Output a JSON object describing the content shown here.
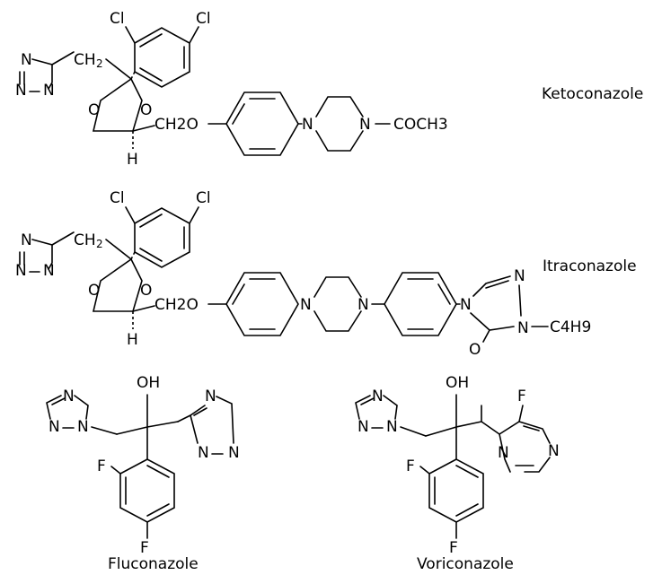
{
  "labels": {
    "ketoconazole": "Ketoconazole",
    "itraconazole": "Itraconazole",
    "fluconazole": "Fluconazole",
    "voriconazole": "Voriconazole"
  },
  "atoms": {
    "N": "N",
    "O": "O",
    "H": "H",
    "F": "F",
    "Cl": "Cl",
    "OH": "OH",
    "CH": "CH",
    "two": "2",
    "CH2O": "CH2O",
    "acetyl": "COCH3",
    "butyl": "C4H9"
  }
}
